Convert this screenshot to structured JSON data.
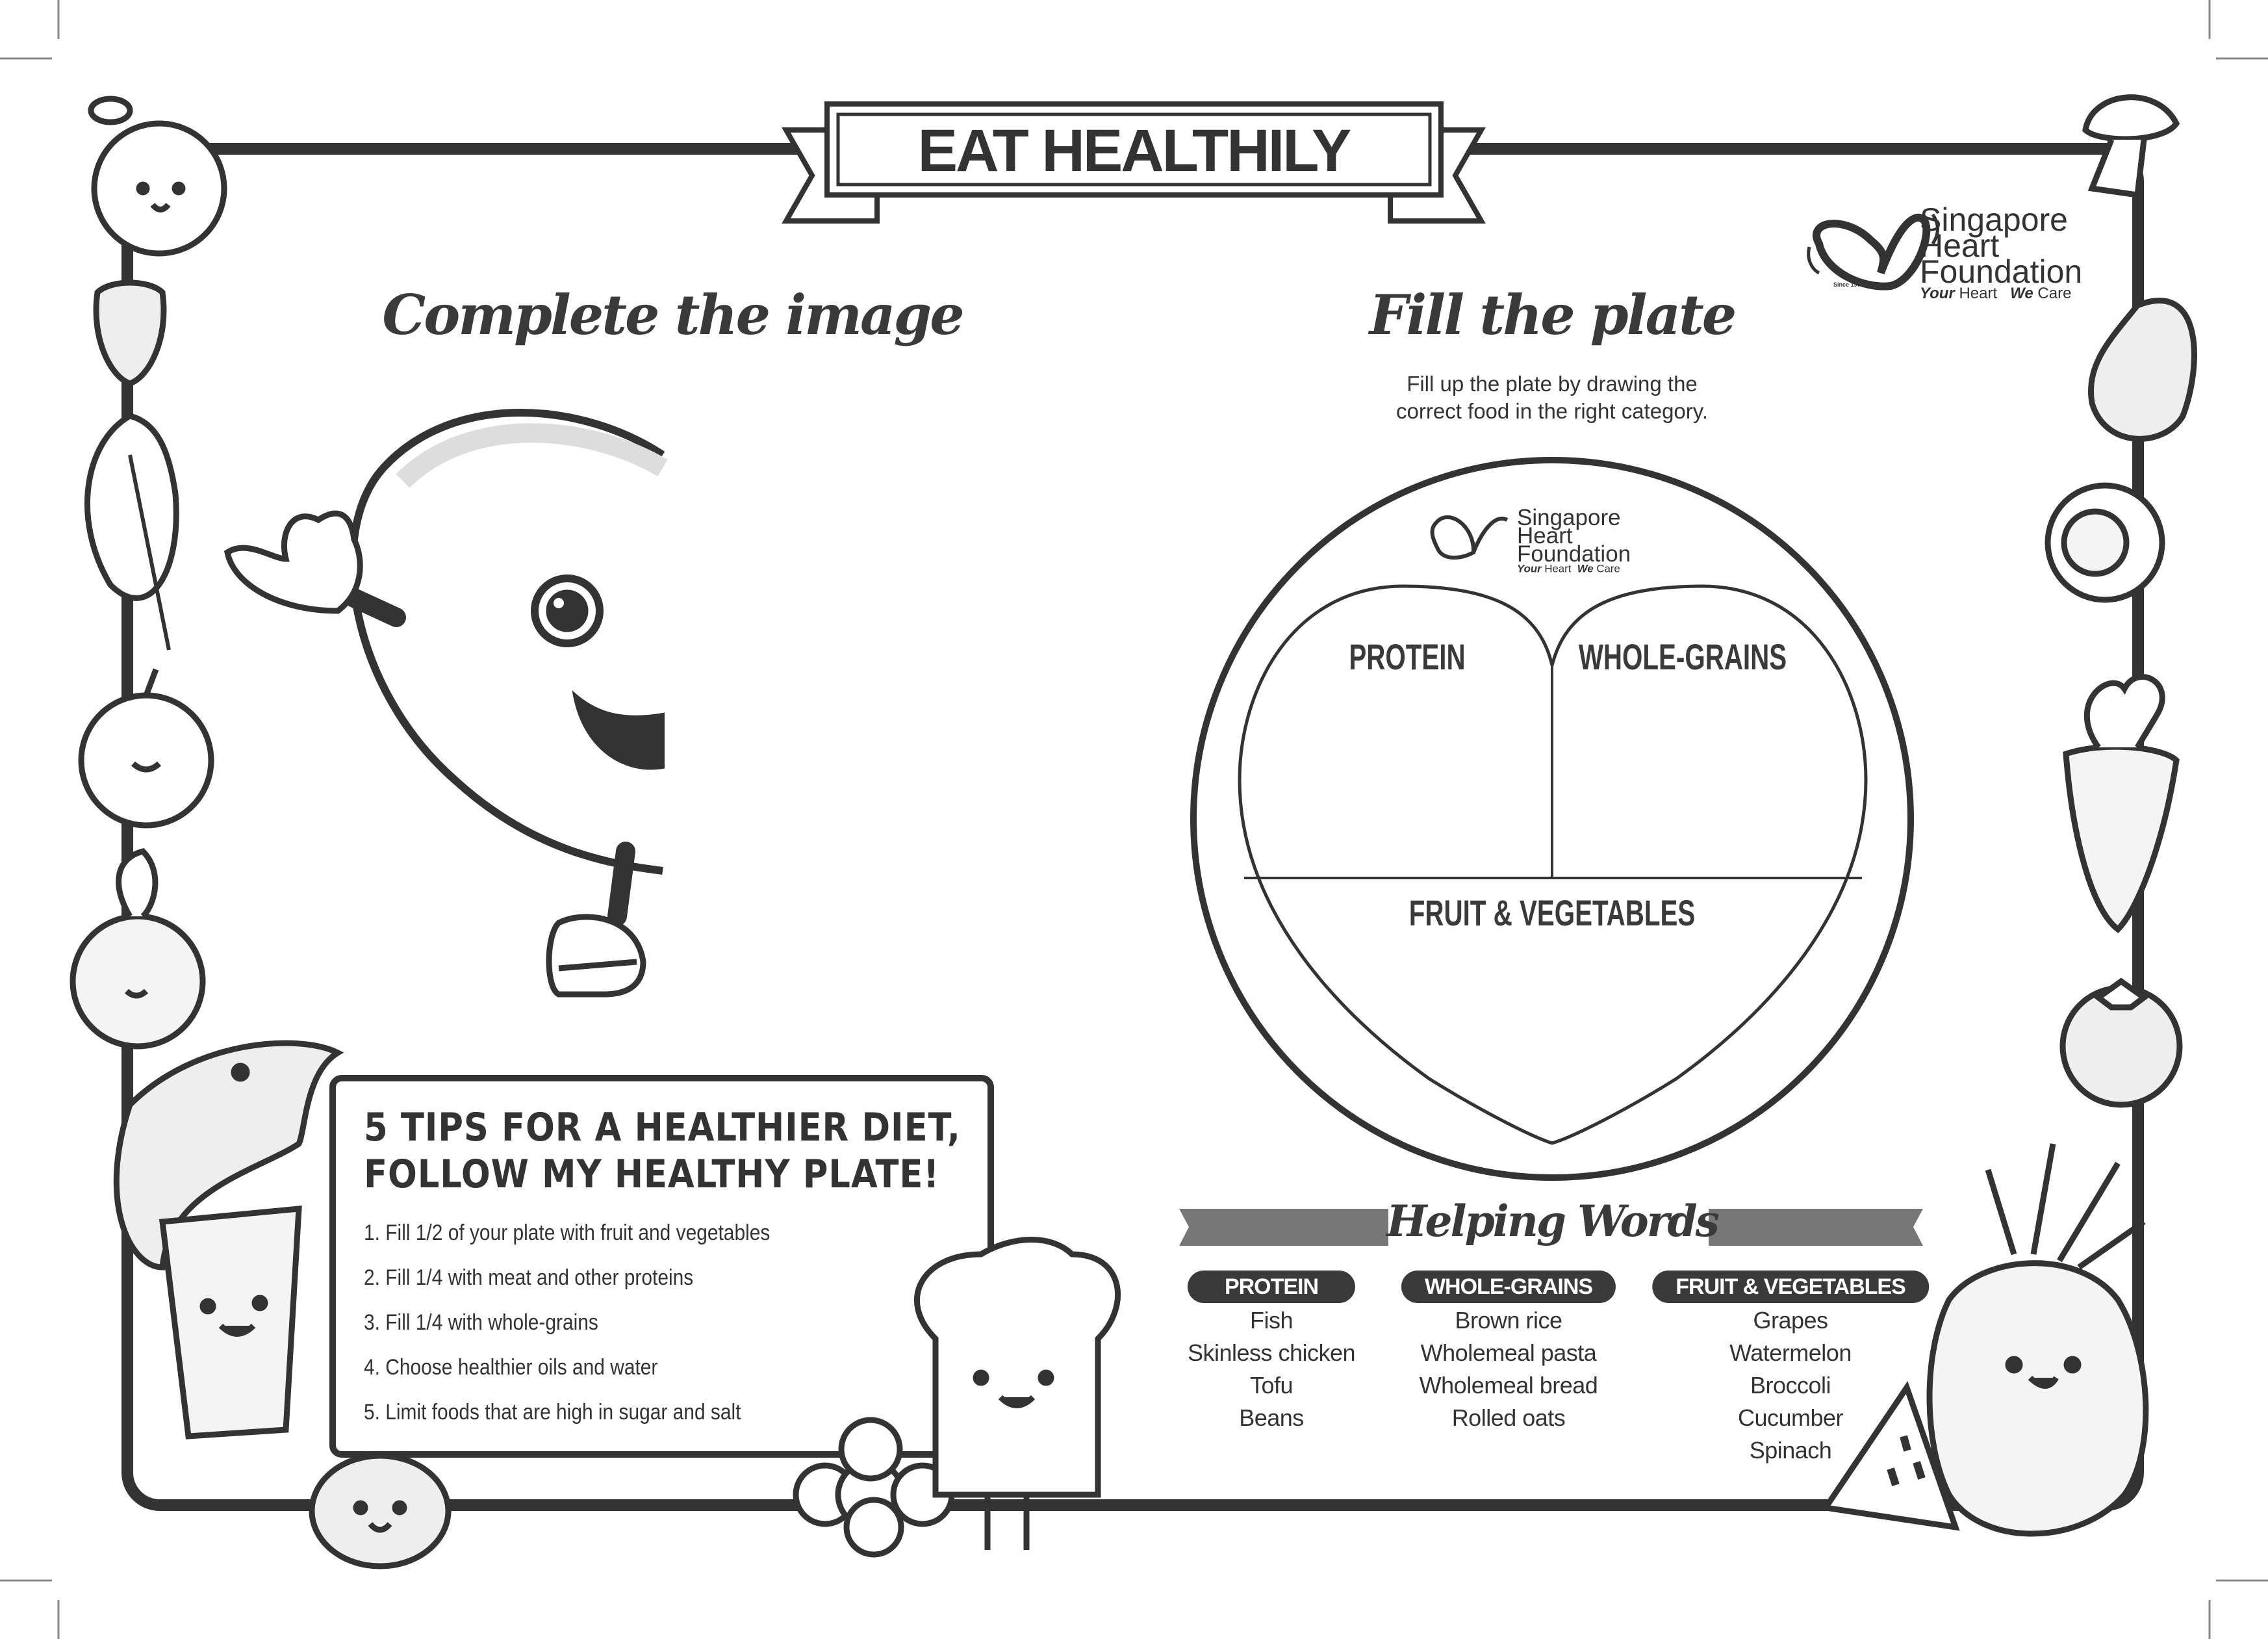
{
  "header": {
    "title": "EAT HEALTHILY"
  },
  "logo": {
    "line1": "Singapore",
    "line2": "Heart",
    "line3": "Foundation",
    "tag_bold1": "Your",
    "tag1": "Heart",
    "tag_bold2": "We",
    "tag2": "Care",
    "since": "Since 1970"
  },
  "left_section": {
    "heading": "Complete the image"
  },
  "right_section": {
    "heading": "Fill the plate",
    "instructions": [
      "Fill up the plate by drawing the",
      "correct food in the right category."
    ],
    "plate": {
      "protein": "PROTEIN",
      "whole_grains": "WHOLE-GRAINS",
      "fruit_veg": "FRUIT & VEGETABLES"
    }
  },
  "tips": {
    "heading": [
      "5 TIPS FOR A HEALTHIER DIET,",
      "FOLLOW MY HEALTHY PLATE!"
    ],
    "items": [
      "1. Fill 1/2 of your plate with fruit and vegetables",
      "2. Fill 1/4 with meat and other proteins",
      "3. Fill 1/4 with whole-grains",
      "4. Choose healthier oils and water",
      "5. Limit foods that are high in sugar and salt"
    ]
  },
  "helping_words": {
    "title": "Helping Words",
    "columns": [
      {
        "label": "PROTEIN",
        "items": [
          "Fish",
          "Skinless chicken",
          "Tofu",
          "Beans"
        ]
      },
      {
        "label": "WHOLE-GRAINS",
        "items": [
          "Brown rice",
          "Wholemeal pasta",
          "Wholemeal bread",
          "Rolled oats"
        ]
      },
      {
        "label": "FRUIT & VEGETABLES",
        "items": [
          "Grapes",
          "Watermelon",
          "Broccoli",
          "Cucumber",
          "Spinach"
        ]
      }
    ]
  },
  "colors": {
    "ink": "#3a3a3a",
    "ribbon": "#777777",
    "shade": "#e6e6e6"
  }
}
